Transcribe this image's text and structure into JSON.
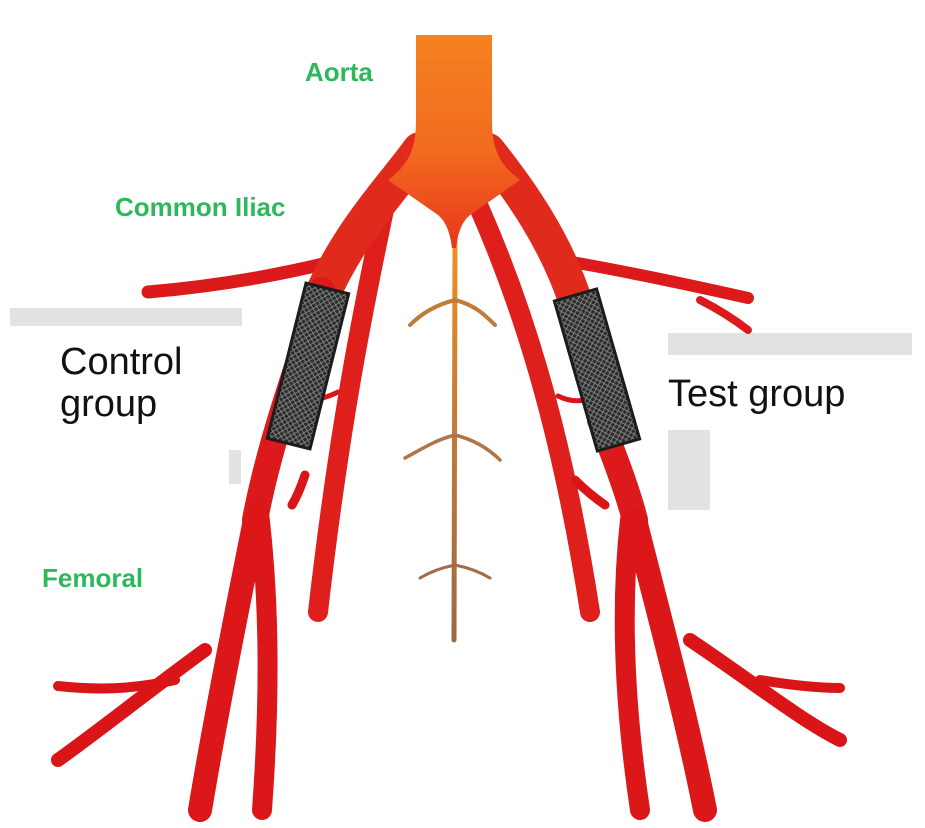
{
  "labels": {
    "aorta": "Aorta",
    "common_iliac": "Common Iliac",
    "femoral": "Femoral",
    "control_line1": "Control",
    "control_line2": "group",
    "test_group": "Test group"
  },
  "colors": {
    "label_green": "#2eb85c",
    "artery_red": "#e0141b",
    "aorta_orange": "#f58220",
    "tail_brown": "#b8763a",
    "stent_dark": "#2a2a2a",
    "placeholder_gray": "#e2e2e2"
  }
}
